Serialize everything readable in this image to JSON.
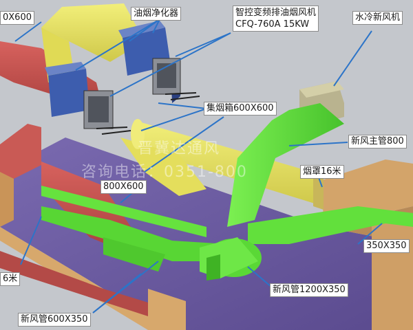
{
  "labels": {
    "top_left_size": "0X600",
    "purifier": "油烟净化器",
    "fan_line1": "智控变频排油烟风机",
    "fan_line2": "CFQ-760A 15KW",
    "fresh_air_unit": "水冷新风机",
    "smoke_box": "集烟箱600X600",
    "fresh_main": "新风主管800",
    "hood": "烟罩16米",
    "duct_800": "800X600",
    "left_16m": "6米",
    "size_350": "350X350",
    "fresh_1200": "新风管1200X350",
    "fresh_600": "新风管600X350"
  },
  "watermark": {
    "line1": "晋冀达通风",
    "line2": "咨询电话：0351-800"
  },
  "colors": {
    "red_duct": "#c9524f",
    "yellow_duct": "#e8e25a",
    "green_duct": "#5fe33a",
    "floor": "#6a5aa0",
    "wall": "#d4a468",
    "purifier": "#3f5fae"
  }
}
